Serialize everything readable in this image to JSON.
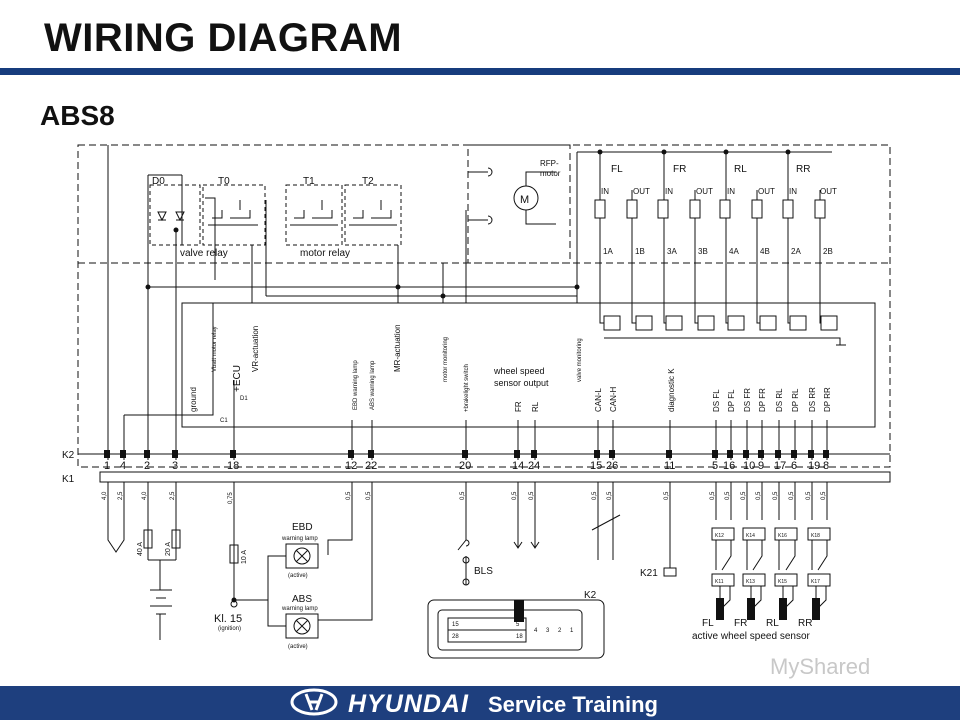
{
  "header": {
    "title": "WIRING DIAGRAM",
    "subtitle": "ABS8"
  },
  "colors": {
    "title_bar": "#173c7d",
    "footer": "#1e3f7e"
  },
  "relays": {
    "d0": "D0",
    "t0": "T0",
    "t1": "T1",
    "t2": "T2",
    "valve_relay": "valve relay",
    "motor_relay": "motor relay"
  },
  "motor": {
    "label_1": "RFP-",
    "label_2": "motor",
    "symbol": "M"
  },
  "wheels": {
    "fl": "FL",
    "fr": "FR",
    "rl": "RL",
    "rr": "RR",
    "in": "IN",
    "out": "OUT"
  },
  "valve_pins": [
    "1A",
    "1B",
    "3A",
    "3B",
    "4A",
    "4B",
    "2A",
    "2B"
  ],
  "ecu_signals": {
    "ground": "ground",
    "vbatt_motor_relay": "Vbatt motor relay",
    "vr_actuation": "VR-actuation",
    "ecu": "+ECU",
    "d1": "D1",
    "c1": "C1",
    "ebd_warning_lamp": "EBD warning lamp",
    "abs_warning_lamp": "ABS warning lamp",
    "mr_actuation": "MR-actuation",
    "motor_monitoring": "motor monitoring",
    "brakelight_switch": "+brakelight switch",
    "wheel_speed_1": "wheel speed",
    "wheel_speed_2": "sensor output",
    "fr": "FR",
    "rl": "RL",
    "valve_monitoring": "valve monitoring",
    "can_l": "CAN-L",
    "can_h": "CAN-H",
    "diagnostic_k": "diagnostic K",
    "ds_dp": [
      "DS FL",
      "DP FL",
      "DS FR",
      "DP FR",
      "DS RL",
      "DP RL",
      "DS RR",
      "DP RR"
    ]
  },
  "connectors": {
    "k2": "K2",
    "k1": "K1"
  },
  "pins": [
    "1",
    "4",
    "2",
    "3",
    "18",
    "12",
    "22",
    "20",
    "14",
    "24",
    "15",
    "26",
    "11",
    "5",
    "16",
    "10",
    "9",
    "17",
    "6",
    "19",
    "8"
  ],
  "wire_sizes": [
    "4,0",
    "2,5",
    "4,0",
    "2,5",
    "0,75",
    "0,5",
    "0,5",
    "0,5",
    "0,5",
    "0,5",
    "0,5",
    "0,5",
    "0,5",
    "0,5",
    "0,5",
    "0,5",
    "0,5",
    "0,5",
    "0,5",
    "0,5",
    "0,5"
  ],
  "fuses": {
    "f1": "40 A",
    "f2": "20 A",
    "f3": "10 A"
  },
  "lamps": {
    "ebd": "EBD",
    "abs": "ABS",
    "warning_lamp": "warning lamp",
    "active": "(active)",
    "kl15": "Kl. 15",
    "ignition": "(ignition)"
  },
  "bls": "BLS",
  "k21": "K21",
  "sensor_blocks": [
    "K12",
    "K14",
    "K16",
    "K18",
    "K11",
    "K13",
    "K15",
    "K17"
  ],
  "sensors": {
    "fl": "FL",
    "fr": "FR",
    "rl": "RL",
    "rr": "RR",
    "caption": "active  wheel  speed  sensor"
  },
  "k2_connector": {
    "label": "K2",
    "pins_top": [
      "15",
      "5"
    ],
    "pins_bottom": [
      "28",
      "18"
    ],
    "pins_right": [
      "4",
      "3",
      "2",
      "1"
    ]
  },
  "footer": {
    "brand": "HYUNDAI",
    "service": "Service  Training"
  },
  "watermark": "MyShared"
}
